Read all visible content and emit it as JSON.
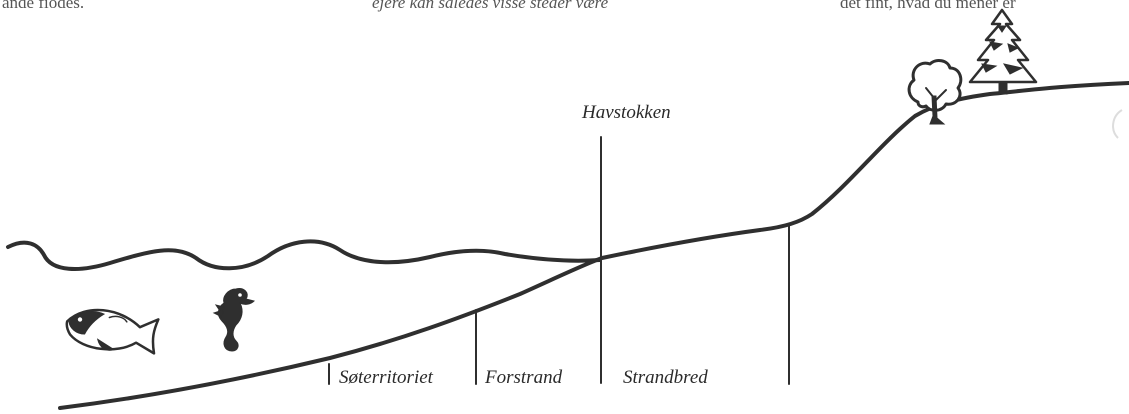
{
  "background_text": {
    "left": "ande fiodes.",
    "center": "ejere kan således visse steder være",
    "right": "det fint, hvad du mener er"
  },
  "labels": {
    "havstokken": "Havstokken",
    "soterritoriet": "Søterritoriet",
    "forstrand": "Forstrand",
    "strandbred": "Strandbred"
  },
  "colors": {
    "ink": "#2f2f2f",
    "paper": "#ffffff"
  },
  "icons": [
    "fish-icon",
    "seahorse-icon",
    "deciduous-tree-icon",
    "spruce-tree-icon"
  ]
}
